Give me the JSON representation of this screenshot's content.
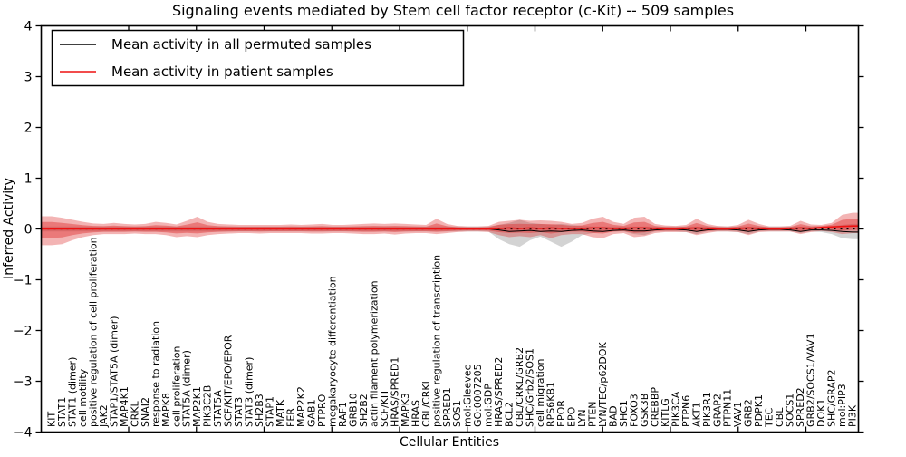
{
  "title": "Signaling events mediated by Stem cell factor receptor (c-Kit) -- 509 samples",
  "legend": [
    {
      "label": "Mean activity in all permuted samples",
      "color": "#000000"
    },
    {
      "label": "Mean activity in patient samples",
      "color": "#ee1111"
    }
  ],
  "axes": {
    "ylabel": "Inferred Activity",
    "xlabel": "Cellular Entities",
    "ylim": [
      -4,
      4
    ],
    "yticks": [
      "4",
      "3",
      "2",
      "1",
      "0",
      "−1",
      "−2",
      "−3",
      "−4"
    ],
    "ytick_values": [
      4,
      3,
      2,
      1,
      0,
      -1,
      -2,
      -3,
      -4
    ]
  },
  "colors": {
    "patient_line": "#ee1111",
    "permuted_line": "#000000",
    "zero_line": "#000000",
    "patient_band": "#dd2828",
    "permuted_band": "#808080",
    "frame": "#000000"
  },
  "chart_data": {
    "type": "line",
    "title": "Signaling events mediated by Stem cell factor receptor (c-Kit) -- 509 samples",
    "xlabel": "Cellular Entities",
    "ylabel": "Inferred Activity",
    "ylim": [
      -4,
      4
    ],
    "grid": false,
    "legend_position": "upper left",
    "categories": [
      "KIT",
      "STAT1",
      "STAT1 (dimer)",
      "cell motility",
      "positive regulation of cell proliferation",
      "JAK2",
      "STAP1/STAT5A (dimer)",
      "MAP4K1",
      "CRKL",
      "SNAI2",
      "response to radiation",
      "MAPK8",
      "cell proliferation",
      "STAT5A (dimer)",
      "MAP2K1",
      "PIK3C2B",
      "STAT5A",
      "SCF/KIT/EPO/EPOR",
      "STAT3",
      "STAT3 (dimer)",
      "SH2B3",
      "STAP1",
      "MATK",
      "FER",
      "MAP2K2",
      "GAB1",
      "PTPRO",
      "megakaryocyte differentiation",
      "RAF1",
      "GRB10",
      "SH2B2",
      "actin filament polymerization",
      "SCF/KIT",
      "HRAS/SPRED1",
      "MAPK3",
      "HRAS",
      "CBL/CRKL",
      "positive regulation of transcription",
      "SPRED1",
      "SOS1",
      "mol:Gleevec",
      "GO:0007205",
      "mol:GDP",
      "HRAS/SPRED2",
      "BCL2",
      "CBL/CRKL/GRB2",
      "SHC/Grb2/SOS1",
      "cell migration",
      "RPS6KB1",
      "EPOR",
      "EPO",
      "LYN",
      "PTEN",
      "LYN/TEC/p62DOK",
      "BAD",
      "SHC1",
      "FOXO3",
      "GSK3B",
      "CREBBP",
      "KITLG",
      "PIK3CA",
      "PTPN6",
      "AKT1",
      "PIK3R1",
      "GRAP2",
      "PTPN11",
      "VAV1",
      "GRB2",
      "PDPK1",
      "TEC",
      "CBL",
      "SOCS1",
      "SPRED2",
      "GRB2/SOCS1/VAV1",
      "DOK1",
      "SHC/GRAP2",
      "mol:PIP3",
      "PI3K"
    ],
    "series": [
      {
        "name": "Mean activity in patient samples",
        "values": [
          0,
          0,
          0,
          0,
          0,
          0,
          0,
          0,
          0,
          0,
          0,
          0,
          0,
          0,
          0,
          0,
          0,
          0,
          0,
          0,
          0,
          0,
          0,
          0,
          0,
          0,
          0,
          0,
          0,
          0,
          0,
          0,
          0,
          0,
          0,
          0,
          0,
          0,
          0,
          0,
          0,
          0,
          0,
          0.01,
          0.02,
          0.01,
          0.02,
          0.01,
          0.02,
          0.01,
          0.01,
          0.01,
          0.02,
          0.02,
          0.01,
          0.01,
          0.02,
          0.02,
          0.01,
          0,
          0,
          0.01,
          0.02,
          0.01,
          0,
          0,
          0.01,
          0.02,
          0.01,
          0,
          0,
          0.01,
          0.02,
          0.01,
          0.03,
          0.04,
          0.05,
          0.06
        ],
        "band_upper": [
          0.25,
          0.22,
          0.18,
          0.14,
          0.11,
          0.1,
          0.12,
          0.1,
          0.09,
          0.1,
          0.14,
          0.12,
          0.09,
          0.16,
          0.24,
          0.14,
          0.1,
          0.09,
          0.08,
          0.08,
          0.08,
          0.08,
          0.08,
          0.09,
          0.08,
          0.09,
          0.1,
          0.08,
          0.08,
          0.09,
          0.1,
          0.11,
          0.1,
          0.11,
          0.1,
          0.09,
          0.08,
          0.2,
          0.1,
          0.06,
          0.05,
          0.05,
          0.06,
          0.14,
          0.16,
          0.18,
          0.16,
          0.17,
          0.16,
          0.14,
          0.1,
          0.12,
          0.2,
          0.24,
          0.14,
          0.1,
          0.22,
          0.24,
          0.1,
          0.07,
          0.06,
          0.08,
          0.2,
          0.1,
          0.06,
          0.05,
          0.08,
          0.18,
          0.1,
          0.05,
          0.05,
          0.06,
          0.16,
          0.09,
          0.08,
          0.12,
          0.28,
          0.32
        ],
        "band_lower": [
          -0.32,
          -0.3,
          -0.22,
          -0.16,
          -0.12,
          -0.1,
          -0.1,
          -0.1,
          -0.09,
          -0.1,
          -0.1,
          -0.12,
          -0.16,
          -0.14,
          -0.16,
          -0.12,
          -0.1,
          -0.09,
          -0.08,
          -0.08,
          -0.09,
          -0.08,
          -0.08,
          -0.08,
          -0.08,
          -0.09,
          -0.09,
          -0.08,
          -0.08,
          -0.09,
          -0.1,
          -0.1,
          -0.09,
          -0.11,
          -0.09,
          -0.08,
          -0.08,
          -0.1,
          -0.08,
          -0.06,
          -0.05,
          -0.05,
          -0.06,
          -0.12,
          -0.16,
          -0.14,
          -0.16,
          -0.12,
          -0.18,
          -0.12,
          -0.1,
          -0.1,
          -0.16,
          -0.18,
          -0.1,
          -0.08,
          -0.16,
          -0.14,
          -0.08,
          -0.06,
          -0.06,
          -0.06,
          -0.12,
          -0.08,
          -0.05,
          -0.05,
          -0.06,
          -0.12,
          -0.06,
          -0.05,
          -0.05,
          -0.05,
          -0.1,
          -0.06,
          -0.04,
          -0.06,
          -0.1,
          -0.08
        ]
      },
      {
        "name": "Mean activity in all permuted samples",
        "values": [
          0,
          0,
          0,
          0,
          0,
          0,
          0,
          0,
          0,
          0,
          0,
          0,
          0,
          0,
          0,
          0,
          0,
          0,
          0,
          0,
          0,
          0,
          0,
          0,
          0,
          0,
          0,
          0,
          0,
          0,
          0,
          0,
          0,
          0,
          0,
          0,
          0,
          0,
          0,
          0,
          0,
          0,
          0,
          -0.02,
          -0.05,
          -0.04,
          -0.03,
          -0.05,
          -0.04,
          -0.05,
          -0.03,
          -0.02,
          -0.04,
          -0.05,
          -0.03,
          -0.02,
          -0.04,
          -0.04,
          -0.02,
          -0.01,
          -0.01,
          -0.02,
          -0.05,
          -0.02,
          -0.01,
          -0.01,
          -0.02,
          -0.05,
          -0.02,
          -0.01,
          -0.01,
          -0.02,
          -0.05,
          -0.02,
          -0.02,
          -0.03,
          -0.05,
          -0.06
        ],
        "band_upper": [
          0.05,
          0.05,
          0.05,
          0.05,
          0.05,
          0.05,
          0.05,
          0.05,
          0.05,
          0.05,
          0.05,
          0.05,
          0.05,
          0.05,
          0.05,
          0.05,
          0.05,
          0.05,
          0.05,
          0.05,
          0.05,
          0.05,
          0.05,
          0.05,
          0.05,
          0.05,
          0.05,
          0.05,
          0.05,
          0.05,
          0.05,
          0.05,
          0.05,
          0.05,
          0.05,
          0.05,
          0.05,
          0.05,
          0.05,
          0.05,
          0.05,
          0.05,
          0.05,
          0.08,
          0.12,
          0.18,
          0.12,
          0.1,
          0.08,
          0.1,
          0.08,
          0.06,
          0.05,
          0.05,
          0.05,
          0.05,
          0.05,
          0.05,
          0.05,
          0.05,
          0.05,
          0.05,
          0.05,
          0.05,
          0.05,
          0.05,
          0.05,
          0.05,
          0.05,
          0.05,
          0.05,
          0.05,
          0.05,
          0.05,
          0.05,
          0.06,
          0.08,
          0.1
        ],
        "band_lower": [
          -0.05,
          -0.05,
          -0.05,
          -0.05,
          -0.05,
          -0.05,
          -0.05,
          -0.05,
          -0.05,
          -0.05,
          -0.05,
          -0.05,
          -0.05,
          -0.05,
          -0.05,
          -0.05,
          -0.05,
          -0.05,
          -0.05,
          -0.05,
          -0.05,
          -0.05,
          -0.05,
          -0.05,
          -0.05,
          -0.05,
          -0.05,
          -0.05,
          -0.05,
          -0.05,
          -0.05,
          -0.05,
          -0.05,
          -0.05,
          -0.05,
          -0.05,
          -0.05,
          -0.05,
          -0.05,
          -0.05,
          -0.05,
          -0.05,
          -0.05,
          -0.2,
          -0.3,
          -0.35,
          -0.22,
          -0.15,
          -0.25,
          -0.35,
          -0.25,
          -0.12,
          -0.08,
          -0.06,
          -0.05,
          -0.05,
          -0.1,
          -0.12,
          -0.05,
          -0.05,
          -0.05,
          -0.06,
          -0.1,
          -0.05,
          -0.05,
          -0.05,
          -0.06,
          -0.1,
          -0.05,
          -0.05,
          -0.05,
          -0.05,
          -0.08,
          -0.05,
          -0.06,
          -0.1,
          -0.18,
          -0.2
        ]
      }
    ]
  }
}
